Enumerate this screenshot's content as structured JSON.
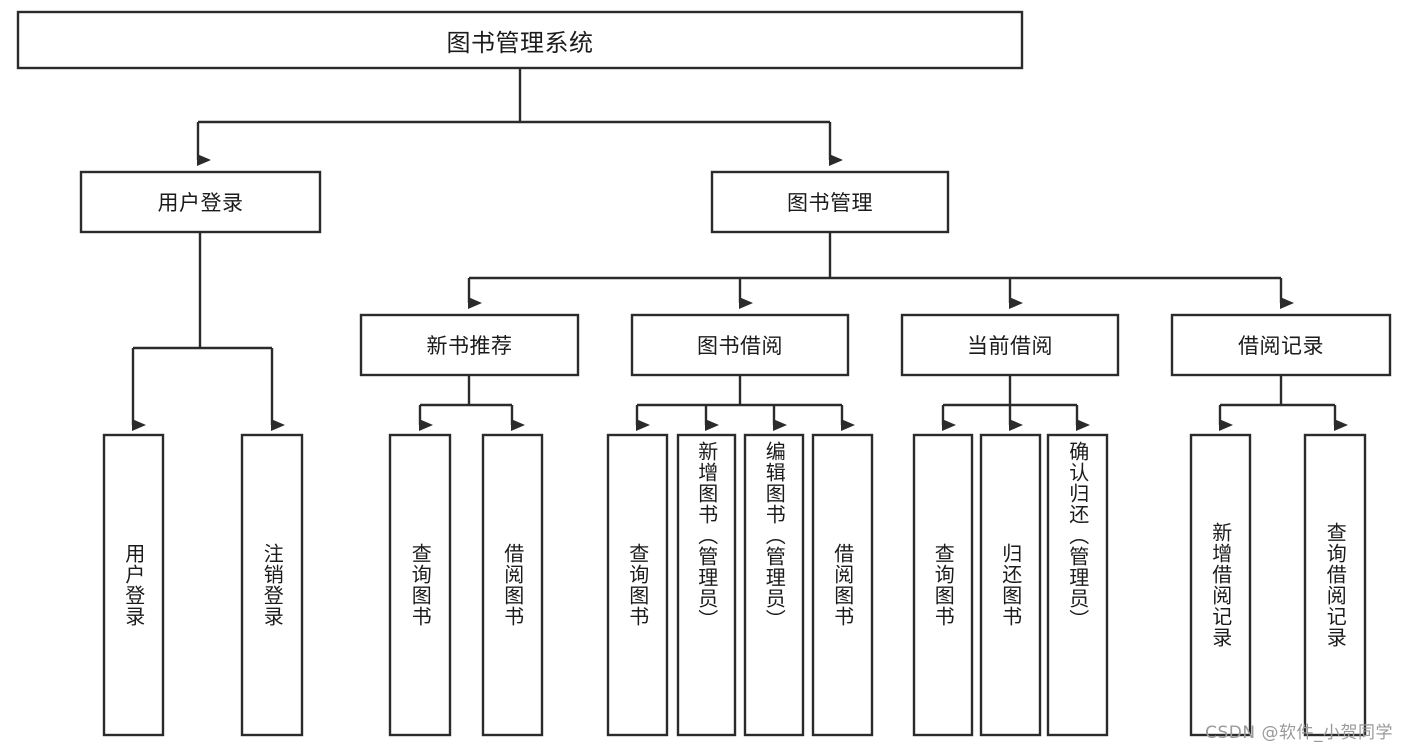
{
  "diagram": {
    "type": "tree-hierarchy-chart",
    "title": "图书管理系统",
    "background_color": "#ffffff",
    "line_color": "#2b2b2b",
    "text_color": "#1b1b1b",
    "root": {
      "id": "root",
      "label": "图书管理系统",
      "orientation": "horizontal"
    },
    "level2": [
      {
        "id": "user-login",
        "label": "用户登录",
        "orientation": "horizontal"
      },
      {
        "id": "book-manage",
        "label": "图书管理",
        "orientation": "horizontal"
      }
    ],
    "level3": [
      {
        "id": "new-book-recommend",
        "label": "新书推荐",
        "orientation": "horizontal",
        "parent": "book-manage"
      },
      {
        "id": "book-borrow",
        "label": "图书借阅",
        "orientation": "horizontal",
        "parent": "book-manage"
      },
      {
        "id": "current-borrow",
        "label": "当前借阅",
        "orientation": "horizontal",
        "parent": "book-manage"
      },
      {
        "id": "borrow-record",
        "label": "借阅记录",
        "orientation": "horizontal",
        "parent": "book-manage"
      }
    ],
    "leaves": [
      {
        "id": "leaf-user-login",
        "label": "用户登录",
        "parent": "user-login",
        "orientation": "vertical"
      },
      {
        "id": "leaf-logout-login",
        "label": "注销登录",
        "parent": "user-login",
        "orientation": "vertical"
      },
      {
        "id": "leaf-query-book-1",
        "label": "查询图书",
        "parent": "new-book-recommend",
        "orientation": "vertical"
      },
      {
        "id": "leaf-borrow-book-1",
        "label": "借阅图书",
        "parent": "new-book-recommend",
        "orientation": "vertical"
      },
      {
        "id": "leaf-query-book-2",
        "label": "查询图书",
        "parent": "book-borrow",
        "orientation": "vertical"
      },
      {
        "id": "leaf-add-book",
        "label": "新增图书（管理员）",
        "parent": "book-borrow",
        "orientation": "vertical"
      },
      {
        "id": "leaf-edit-book",
        "label": "编辑图书（管理员）",
        "parent": "book-borrow",
        "orientation": "vertical"
      },
      {
        "id": "leaf-borrow-book-2",
        "label": "借阅图书",
        "parent": "book-borrow",
        "orientation": "vertical"
      },
      {
        "id": "leaf-query-book-3",
        "label": "查询图书",
        "parent": "current-borrow",
        "orientation": "vertical"
      },
      {
        "id": "leaf-return-book",
        "label": "归还图书",
        "parent": "current-borrow",
        "orientation": "vertical"
      },
      {
        "id": "leaf-confirm-return",
        "label": "确认归还（管理员）",
        "parent": "current-borrow",
        "orientation": "vertical"
      },
      {
        "id": "leaf-add-record",
        "label": "新增借阅记录",
        "parent": "borrow-record",
        "orientation": "vertical"
      },
      {
        "id": "leaf-query-record",
        "label": "查询借阅记录",
        "parent": "borrow-record",
        "orientation": "vertical"
      }
    ]
  },
  "watermark": {
    "text": "CSDN @软件_小贺同学"
  }
}
